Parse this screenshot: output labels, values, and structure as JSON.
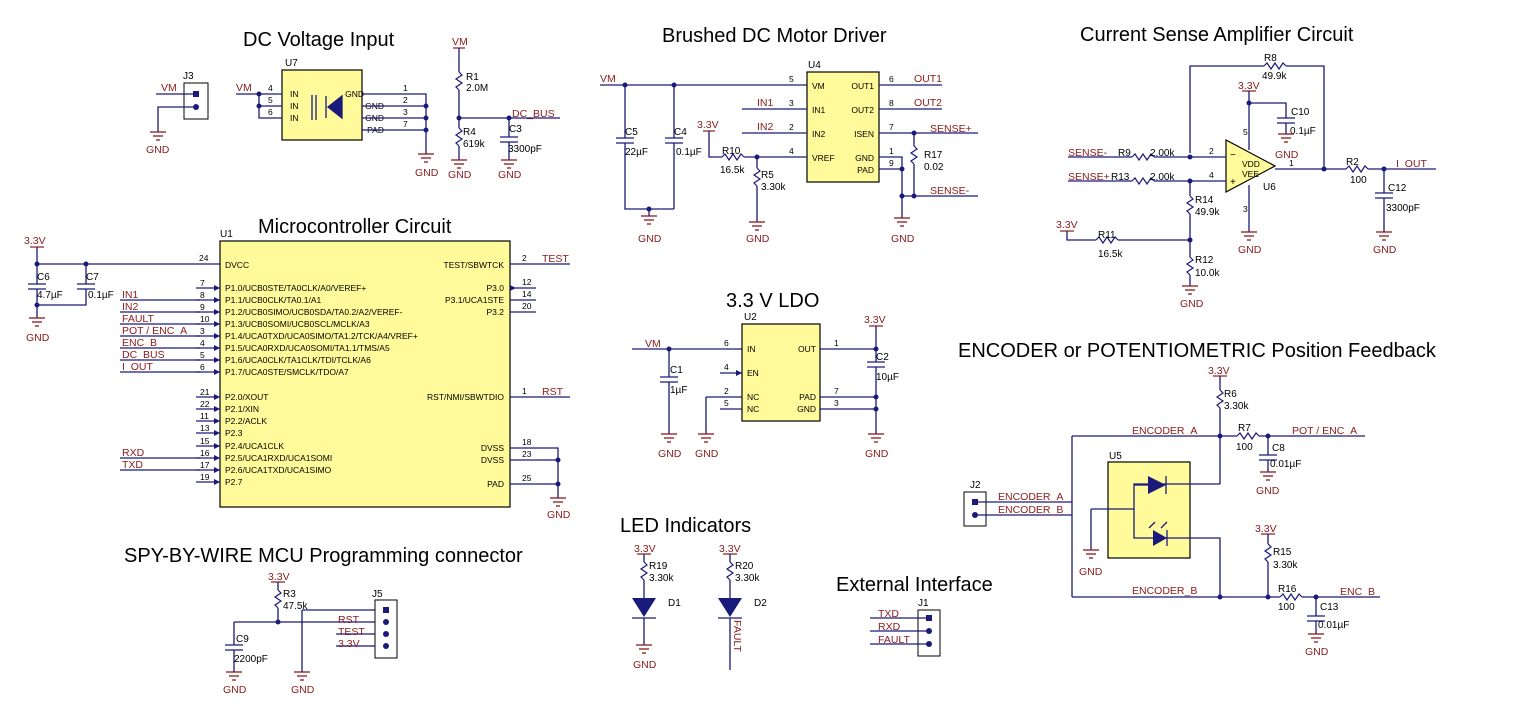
{
  "titles": {
    "dc_input": "DC Voltage Input",
    "motor": "Brushed DC Motor Driver",
    "csa": "Current Sense Amplifier Circuit",
    "mcu": "Microcontroller Circuit",
    "ldo": "3.3 V LDO",
    "encoder": "ENCODER or POTENTIOMETRIC Position Feedback",
    "led": "LED Indicators",
    "sbw": "SPY-BY-WIRE MCU Programming connector",
    "ext": "External Interface"
  },
  "labels": {
    "vm": "VM",
    "gnd": "GND",
    "v33": "3.3V",
    "j1": "J1",
    "j2": "J2",
    "j3": "J3",
    "j5": "J5",
    "u1": "U1",
    "u2": "U2",
    "u4": "U4",
    "u5": "U5",
    "u6": "U6",
    "u7": "U7",
    "dc_bus": "DC_BUS",
    "r1": "R1",
    "r1v": "2.0M",
    "r4": "R4",
    "r4v": "619k",
    "c3": "C3",
    "c3v": "3300pF",
    "u7_in": "IN",
    "u7_gnd": "GND",
    "u7_pad": "PAD",
    "c5": "C5",
    "c5v": "22µF",
    "c4": "C4",
    "c4v": "0.1µF",
    "r10": "R10",
    "r10v": "16.5k",
    "r5": "R5",
    "r5v": "3.30k",
    "u4_vm": "VM",
    "u4_in1": "IN1",
    "u4_in2": "IN2",
    "u4_vref": "VREF",
    "u4_out1": "OUT1",
    "u4_out2": "OUT2",
    "u4_isen": "ISEN",
    "u4_gnd": "GND",
    "u4_pad": "PAD",
    "out1": "OUT1",
    "out2": "OUT2",
    "in1": "IN1",
    "in2": "IN2",
    "sense_p": "SENSE+",
    "sense_m": "SENSE-",
    "r17": "R17",
    "r17v": "0.02",
    "r8": "R8",
    "r8v": "49.9k",
    "c10": "C10",
    "c10v": "0.1µF",
    "r9": "R9",
    "r9v": "2.00k",
    "r13": "R13",
    "r13v": "2.00k",
    "r14": "R14",
    "r14v": "49.9k",
    "r11": "R11",
    "r11v": "16.5k",
    "r12": "R12",
    "r12v": "10.0k",
    "r2": "R2",
    "r2v": "100",
    "c12": "C12",
    "c12v": "3300pF",
    "i_out": "I_OUT",
    "vdd": "VDD",
    "vee": "VEE",
    "c6": "C6",
    "c6v": "4.7µF",
    "c7": "C7",
    "c7v": "0.1µF",
    "dvcc": "DVCC",
    "test_sbwtck": "TEST/SBWTCK",
    "test": "TEST",
    "p30": "P3.0",
    "p31": "P3.1/UCA1STE",
    "p32": "P3.2",
    "rst_pin": "RST/NMI/SBWTDIO",
    "rst": "RST",
    "dvss": "DVSS",
    "pad": "PAD",
    "fault": "FAULT",
    "pot_enc_a": "POT / ENC_A",
    "enc_b": "ENC_B",
    "i_out2": "I_OUT",
    "rxd": "RXD",
    "txd": "TXD",
    "u2_in": "IN",
    "u2_en": "EN",
    "u2_nc": "NC",
    "u2_out": "OUT",
    "u2_pad": "PAD",
    "u2_gnd": "GND",
    "c1": "C1",
    "c1v": "1µF",
    "c2": "C2",
    "c2v": "10µF",
    "r6": "R6",
    "r6v": "3.30k",
    "r7": "R7",
    "r7v": "100",
    "c8": "C8",
    "c8v": "0.01µF",
    "encoder_a": "ENCODER_A",
    "encoder_b": "ENCODER_B",
    "r15": "R15",
    "r15v": "3.30k",
    "r16": "R16",
    "r16v": "100",
    "c13": "C13",
    "c13v": "0.01µF",
    "r19": "R19",
    "r19v": "3.30k",
    "r20": "R20",
    "r20v": "3.30k",
    "d1": "D1",
    "d2": "D2",
    "r3": "R3",
    "r3v": "47.5k",
    "c9": "C9",
    "c9v": "2200pF"
  },
  "mcu_pins_left": [
    "P1.0/UCB0STE/TA0CLK/A0/VEREF+",
    "P1.1/UCB0CLK/TA0.1/A1",
    "P1.2/UCB0SIMO/UCB0SDA/TA0.2/A2/VEREF-",
    "P1.3/UCB0SOMI/UCB0SCL/MCLK/A3",
    "P1.4/UCA0TXD/UCA0SIMO/TA1.2/TCK/A4/VREF+",
    "P1.5/UCA0RXD/UCA0SOMI/TA1.1/TMS/A5",
    "P1.6/UCA0CLK/TA1CLK/TDI/TCLK/A6",
    "P1.7/UCA0STE/SMCLK/TDO/A7",
    "P2.0/XOUT",
    "P2.1/XIN",
    "P2.2/ACLK",
    "P2.3",
    "P2.4/UCA1CLK",
    "P2.5/UCA1RXD/UCA1SOMI",
    "P2.6/UCA1TXD/UCA1SIMO",
    "P2.7"
  ],
  "mcu_pin_nums": [
    "7",
    "8",
    "9",
    "10",
    "3",
    "4",
    "5",
    "6",
    "21",
    "22",
    "11",
    "13",
    "15",
    "16",
    "17",
    "19"
  ],
  "pin_numbers": {
    "u7": [
      "4",
      "5",
      "6",
      "1",
      "2",
      "3",
      "7"
    ],
    "u4": [
      "5",
      "3",
      "2",
      "4",
      "6",
      "8",
      "7",
      "1",
      "9"
    ],
    "u1_right": [
      "2",
      "12",
      "14",
      "20",
      "1",
      "18",
      "23",
      "25"
    ],
    "u1_dvcc": "24",
    "u2": [
      "6",
      "4",
      "2",
      "5",
      "1",
      "7",
      "3"
    ],
    "u6": [
      "2",
      "4",
      "5",
      "3",
      "1"
    ]
  },
  "colors": {
    "ic_fill": "#fffb9a",
    "wire": "#1a1a7a",
    "net_label": "#8b1a1a"
  }
}
